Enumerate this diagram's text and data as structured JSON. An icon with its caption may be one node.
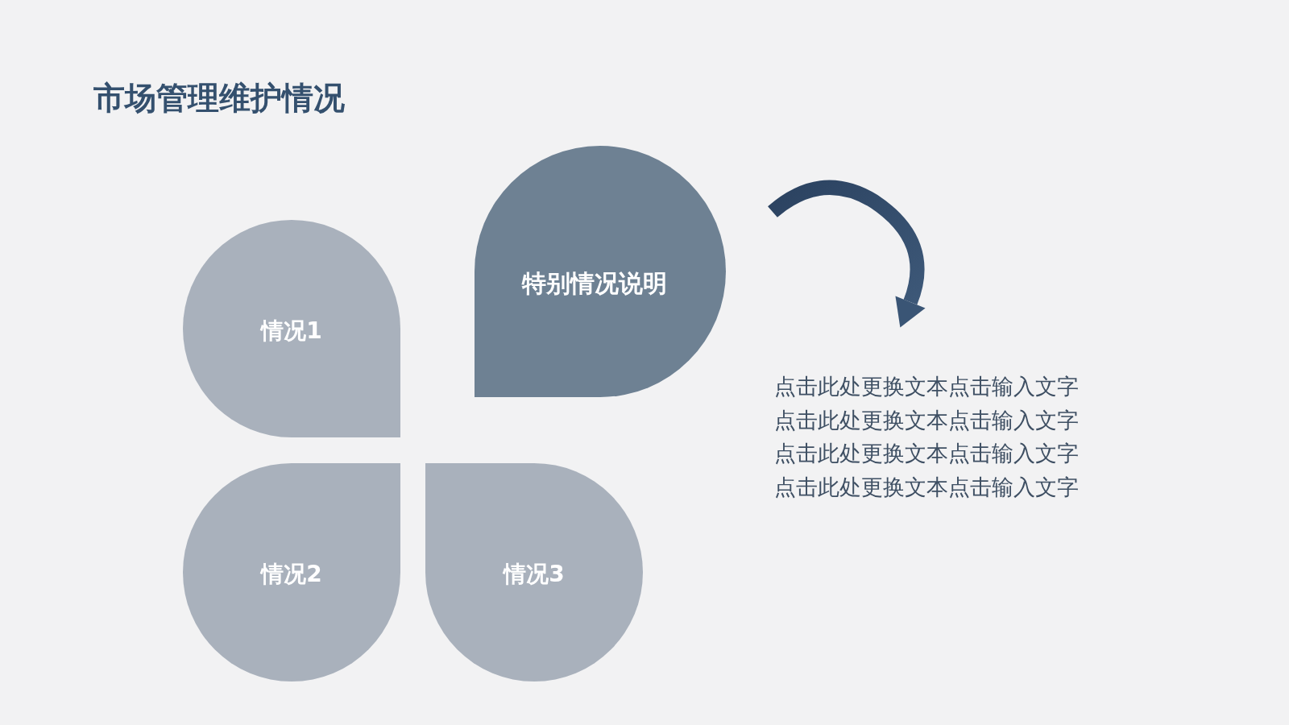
{
  "diagram": {
    "title": "市场管理维护情况",
    "nodes": [
      {
        "text": [
          "情况1"
        ]
      },
      {
        "text": [
          "特别情况说明"
        ]
      },
      {
        "text": [
          "情况2"
        ]
      },
      {
        "text": [
          "情况3"
        ]
      },
      {
        "text": [
          "点击此处更换文本点击输入文字点击此处更换文本点击输入文字点击此处更换文本点击输入文字点击此处更换文本点击输入文字"
        ]
      }
    ],
    "edges": [
      {
        "from": 1,
        "to": 4,
        "arrow": "to"
      }
    ]
  }
}
